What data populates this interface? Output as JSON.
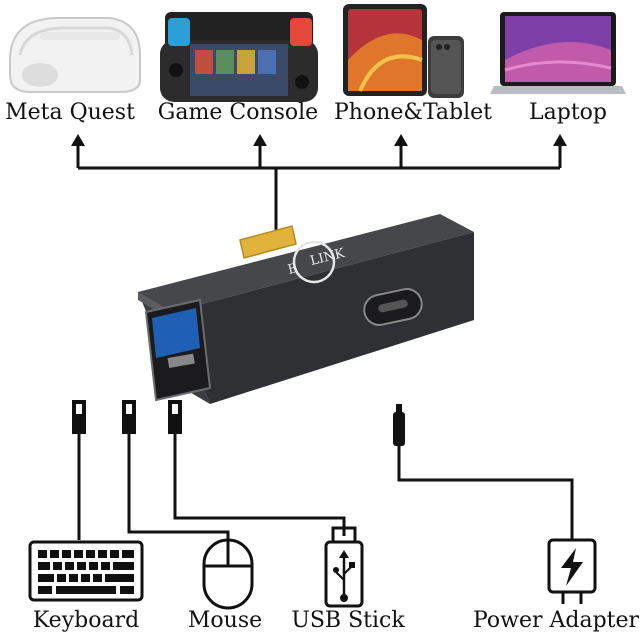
{
  "top_devices": [
    {
      "label": "Meta Quest"
    },
    {
      "label": "Game Console"
    },
    {
      "label": "Phone&Tablet"
    },
    {
      "label": "Laptop"
    }
  ],
  "bottom_devices": [
    {
      "label": "Keyboard"
    },
    {
      "label": "Mouse"
    },
    {
      "label": "USB Stick"
    },
    {
      "label": "Power Adapter"
    }
  ],
  "adapter": {
    "brand": "LINK",
    "brand_prefix": "B"
  },
  "colors": {
    "adapter_body": "#2f3033",
    "usb_port_blue": "#1f5fb5",
    "connector_gold": "#e2b33c",
    "line": "#111111"
  }
}
